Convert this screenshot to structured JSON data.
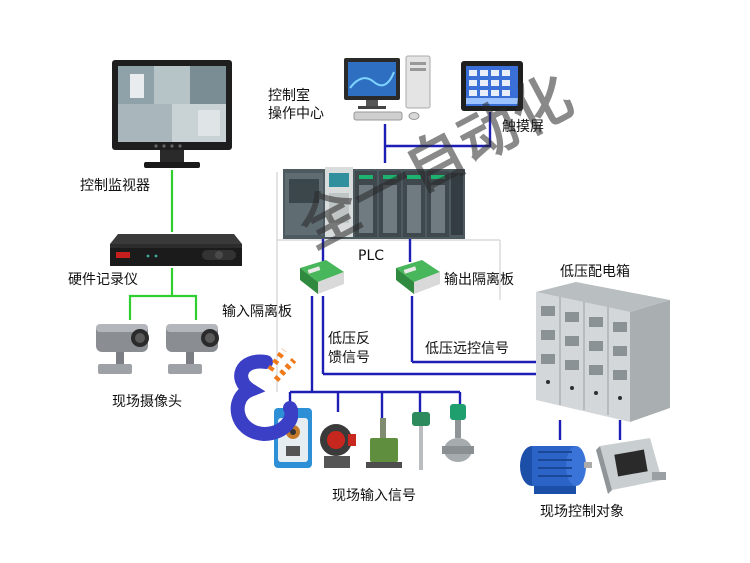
{
  "labels": {
    "monitor": "控制监视器",
    "recorder": "硬件记录仪",
    "cameras": "现场摄像头",
    "control_room_1": "控制室",
    "control_room_2": "操作中心",
    "touchscreen": "触摸屏",
    "plc": "PLC",
    "input_isolator": "输入隔离板",
    "output_isolator": "输出隔离板",
    "lv_feedback_1": "低压反",
    "lv_feedback_2": "馈信号",
    "lv_remote": "低压远控信号",
    "lv_cabinet": "低压配电箱",
    "field_inputs": "现场输入信号",
    "field_targets": "现场控制对象"
  },
  "watermark": "全一自动化",
  "colors": {
    "blue_link": "#1d1fb4",
    "green_link": "#2fcf2f",
    "gray_link": "#c9c9c9",
    "logo_blue": "#3b3fc6",
    "logo_orange": "#ef7a1a"
  },
  "icons": {
    "monitor": "cctv-monitor-icon",
    "recorder": "dvr-recorder-icon",
    "camera": "security-camera-icon",
    "pc": "desktop-computer-icon",
    "touchscreen": "touch-panel-icon",
    "plc": "plc-rack-icon",
    "isolator": "din-rail-isolator-icon",
    "cabinet": "switchgear-cabinet-icon",
    "motor": "electric-motor-icon",
    "actuator": "linear-actuator-icon",
    "sensors": "field-sensor-icon"
  }
}
